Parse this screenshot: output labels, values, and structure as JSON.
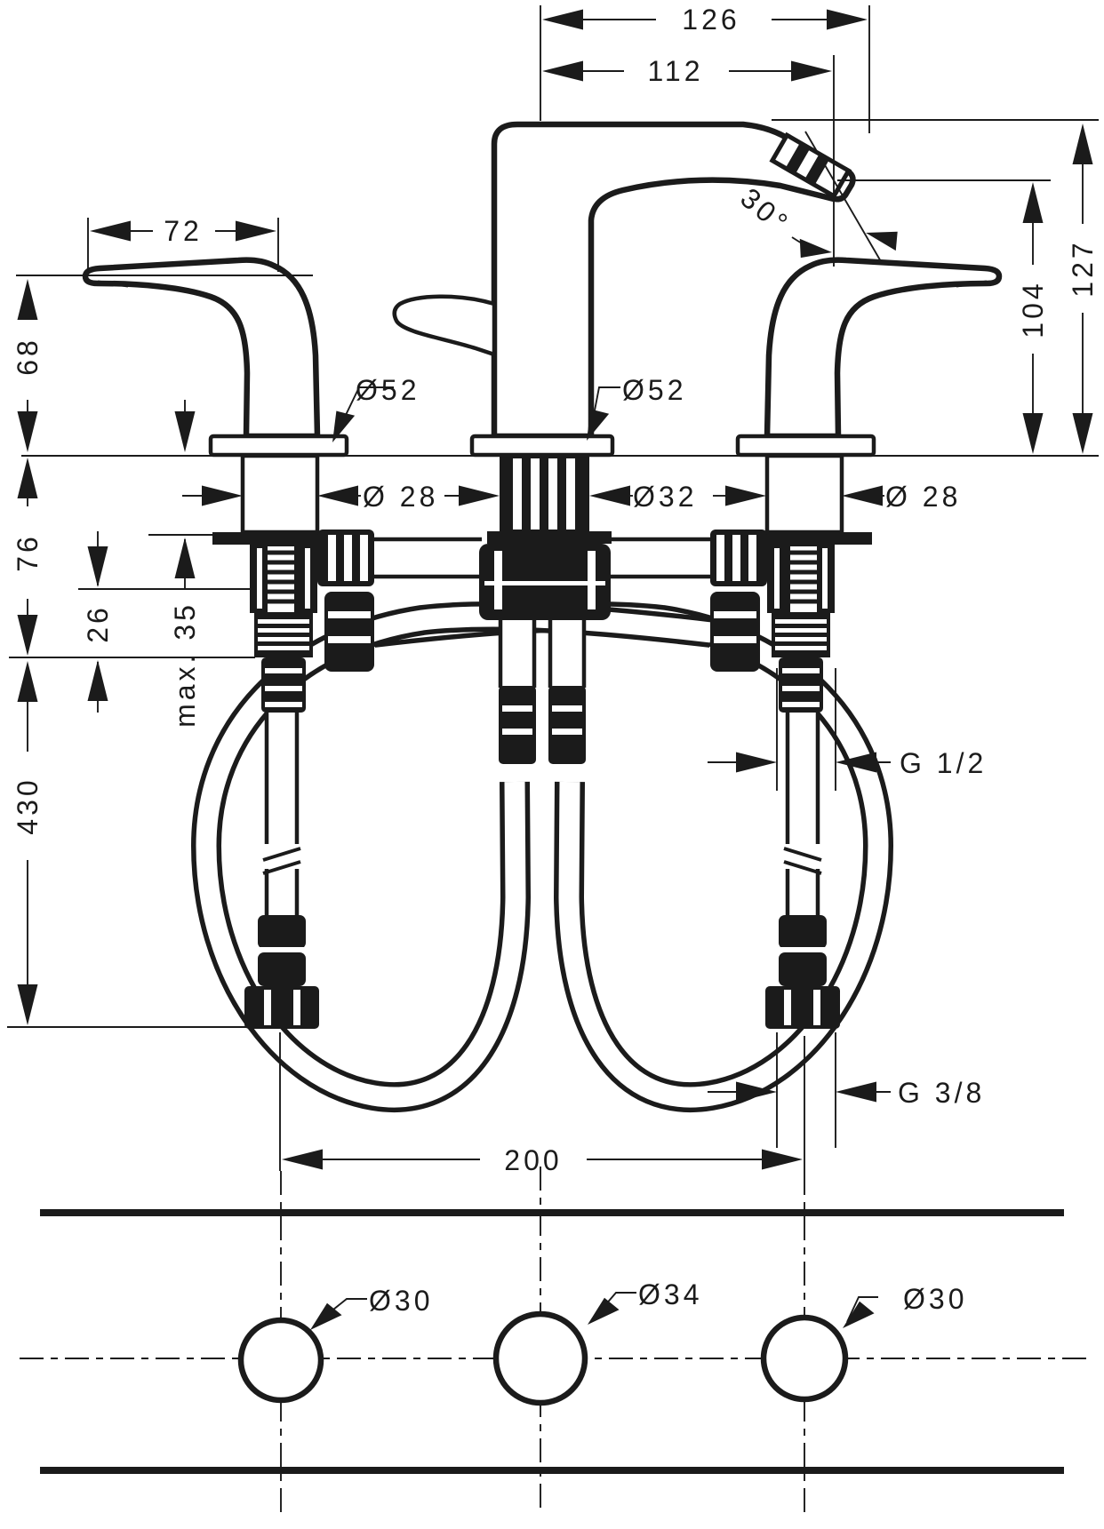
{
  "drawing": {
    "type": "technical-dimension-drawing",
    "subject": "3-hole basin mixer with spout, two lever handles, under-deck hoses and mounting hardware",
    "views": {
      "front": "elevation with installation hardware",
      "plan": "deck hole pattern"
    },
    "colors": {
      "line": "#1b1b1b",
      "background": "#ffffff"
    },
    "dimensions": {
      "spout_overall_reach": "126",
      "spout_reach": "112",
      "handle_length": "72",
      "handle_height": "68",
      "total_height": "127",
      "outlet_height": "104",
      "spout_angle": "30°",
      "escutcheon_dia_left": "Ø52",
      "escutcheon_dia_center": "Ø52",
      "shank_dia_left": "Ø 28",
      "shank_dia_center": "Ø32",
      "shank_dia_right": "Ø 28",
      "below_deck": "76",
      "nut_range": "26",
      "max_deck_thickness": "max. 35",
      "hose_length": "430",
      "valve_thread": "G 1/2",
      "supply_thread": "G 3/8",
      "hole_spacing": "200",
      "hole_dia_left": "Ø30",
      "hole_dia_center": "Ø34",
      "hole_dia_right": "Ø30"
    }
  }
}
